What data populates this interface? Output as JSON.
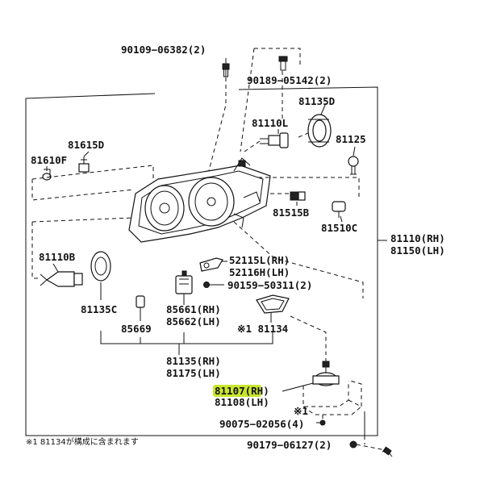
{
  "colors": {
    "highlight": "#c8e62e",
    "line": "#111111"
  },
  "labels": {
    "p90109": "90109−06382(2)",
    "p90189": "90189−05142(2)",
    "p81135D": "81135D",
    "p81110L": "81110L",
    "p81125": "81125",
    "p81615D": "81615D",
    "p81610F": "81610F",
    "p81515B": "81515B",
    "p81510C": "81510C",
    "p81110": "81110(RH)",
    "p81150": "81150(LH)",
    "p81110B": "81110B",
    "p52115L": "52115L(RH)",
    "p52116H": "52116H(LH)",
    "p90159": "90159−50311(2)",
    "p81135C": "81135C",
    "p85661": "85661(RH)",
    "p85662": "85662(LH)",
    "p85669": "85669",
    "p81134": "※1 81134",
    "p81135": "81135(RH)",
    "p81175": "81175(LH)",
    "p81107": "81107(RH)",
    "p81108": "81108(LH)",
    "mark1": "※1",
    "p90075": "90075−02056(4)",
    "p90179": "90179−06127(2)",
    "footnote": "※1 81134が構成に含まれます"
  }
}
